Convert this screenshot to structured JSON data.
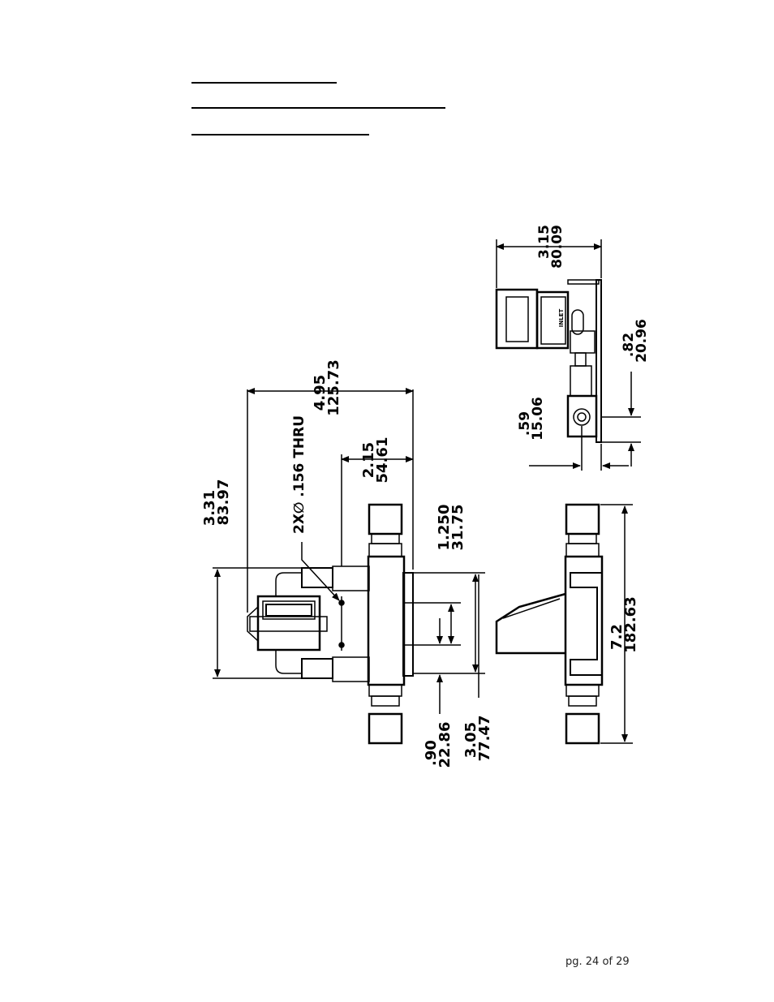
{
  "page": {
    "footer": "pg. 24 of 29"
  },
  "drawing": {
    "dims": {
      "d_315": "3.15",
      "d_315_mm": "80.09",
      "d_082": ".82",
      "d_082_mm": "20.96",
      "d_059": ".59",
      "d_059_mm": "15.06",
      "d_495": "4.95",
      "d_495_mm": "125.73",
      "d_215": "2.15",
      "d_215_mm": "54.61",
      "d_331": "3.31",
      "d_331_mm": "83.97",
      "d_hole": "2X∅ .156 THRU",
      "d_125": "1.250",
      "d_125_mm": "31.75",
      "d_090": ".90",
      "d_090_mm": "22.86",
      "d_305": "3.05",
      "d_305_mm": "77.47",
      "d_72": "7.2",
      "d_72_mm": "182.63"
    },
    "inlet_label": "INLET"
  }
}
